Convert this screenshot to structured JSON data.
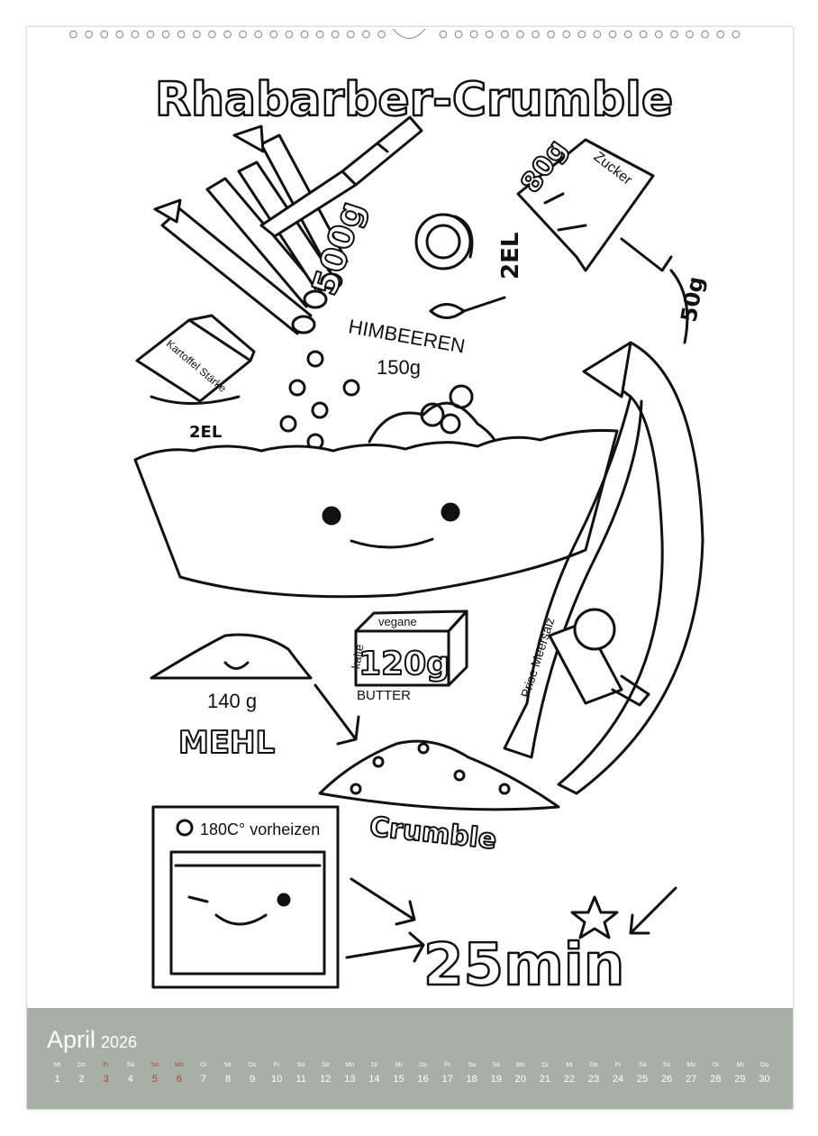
{
  "illustration": {
    "title": "Rhabarber-Crumble",
    "rhubarb_amount": "500g",
    "sugar_label": "Zucker",
    "sugar_amount": "80g",
    "sugar_amount_2": "50g",
    "lemon_spoons": "2EL",
    "raspberries_label": "HIMBEEREN",
    "raspberries_amount": "150g",
    "starch_label": "Kartoffel Stärke",
    "starch_spoons": "2EL",
    "flour_amount": "140 g",
    "flour_label": "MEHL",
    "butter_top": "vegane",
    "butter_amount": "120g",
    "butter_label": "BUTTER",
    "butter_side": "kalte",
    "salt_label": "Prise Meersalz",
    "crumble_label": "Crumble",
    "oven_label": "180C° vorheizen",
    "time_label": "25min"
  },
  "calendar": {
    "month": "April",
    "year": "2026",
    "colors": {
      "band": "#a7b0a7",
      "text": "#ffffff",
      "holiday": "#c0392b"
    },
    "days": [
      {
        "wd": "Mi",
        "n": "1",
        "red": false
      },
      {
        "wd": "Do",
        "n": "2",
        "red": false
      },
      {
        "wd": "Fr",
        "n": "3",
        "red": true
      },
      {
        "wd": "Sa",
        "n": "4",
        "red": false
      },
      {
        "wd": "So",
        "n": "5",
        "red": true
      },
      {
        "wd": "Mo",
        "n": "6",
        "red": true
      },
      {
        "wd": "Di",
        "n": "7",
        "red": false
      },
      {
        "wd": "Mi",
        "n": "8",
        "red": false
      },
      {
        "wd": "Do",
        "n": "9",
        "red": false
      },
      {
        "wd": "Fr",
        "n": "10",
        "red": false
      },
      {
        "wd": "Sa",
        "n": "11",
        "red": false
      },
      {
        "wd": "So",
        "n": "12",
        "red": false
      },
      {
        "wd": "Mo",
        "n": "13",
        "red": false
      },
      {
        "wd": "Di",
        "n": "14",
        "red": false
      },
      {
        "wd": "Mi",
        "n": "15",
        "red": false
      },
      {
        "wd": "Do",
        "n": "16",
        "red": false
      },
      {
        "wd": "Fr",
        "n": "17",
        "red": false
      },
      {
        "wd": "Sa",
        "n": "18",
        "red": false
      },
      {
        "wd": "So",
        "n": "19",
        "red": false
      },
      {
        "wd": "Mo",
        "n": "20",
        "red": false
      },
      {
        "wd": "Di",
        "n": "21",
        "red": false
      },
      {
        "wd": "Mi",
        "n": "22",
        "red": false
      },
      {
        "wd": "Do",
        "n": "23",
        "red": false
      },
      {
        "wd": "Fr",
        "n": "24",
        "red": false
      },
      {
        "wd": "Sa",
        "n": "25",
        "red": false
      },
      {
        "wd": "So",
        "n": "26",
        "red": false
      },
      {
        "wd": "Mo",
        "n": "27",
        "red": false
      },
      {
        "wd": "Di",
        "n": "28",
        "red": false
      },
      {
        "wd": "Mi",
        "n": "29",
        "red": false
      },
      {
        "wd": "Do",
        "n": "30",
        "red": false
      }
    ]
  }
}
